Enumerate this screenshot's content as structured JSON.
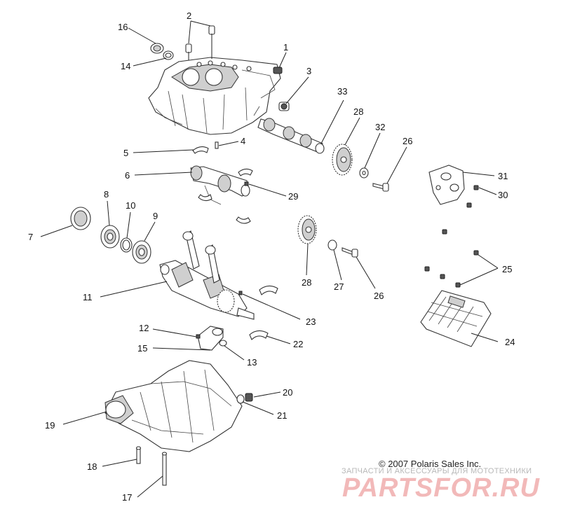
{
  "callouts": [
    {
      "id": "1",
      "label": "1"
    },
    {
      "id": "2",
      "label": "2"
    },
    {
      "id": "3",
      "label": "3"
    },
    {
      "id": "4",
      "label": "4"
    },
    {
      "id": "5",
      "label": "5"
    },
    {
      "id": "6",
      "label": "6"
    },
    {
      "id": "7",
      "label": "7"
    },
    {
      "id": "8",
      "label": "8"
    },
    {
      "id": "9",
      "label": "9"
    },
    {
      "id": "10",
      "label": "10"
    },
    {
      "id": "11",
      "label": "11"
    },
    {
      "id": "12",
      "label": "12"
    },
    {
      "id": "13",
      "label": "13"
    },
    {
      "id": "14",
      "label": "14"
    },
    {
      "id": "15",
      "label": "15"
    },
    {
      "id": "16",
      "label": "16"
    },
    {
      "id": "17",
      "label": "17"
    },
    {
      "id": "18",
      "label": "18"
    },
    {
      "id": "19",
      "label": "19"
    },
    {
      "id": "20",
      "label": "20"
    },
    {
      "id": "21",
      "label": "21"
    },
    {
      "id": "22",
      "label": "22"
    },
    {
      "id": "23",
      "label": "23"
    },
    {
      "id": "24",
      "label": "24"
    },
    {
      "id": "25",
      "label": "25"
    },
    {
      "id": "26a",
      "label": "26"
    },
    {
      "id": "26b",
      "label": "26"
    },
    {
      "id": "27",
      "label": "27"
    },
    {
      "id": "28a",
      "label": "28"
    },
    {
      "id": "28b",
      "label": "28"
    },
    {
      "id": "29",
      "label": "29"
    },
    {
      "id": "30",
      "label": "30"
    },
    {
      "id": "31",
      "label": "31"
    },
    {
      "id": "32",
      "label": "32"
    },
    {
      "id": "33",
      "label": "33"
    }
  ],
  "copyright": "© 2007 Polaris Sales Inc.",
  "watermark": {
    "subtitle": "ЗАПЧАСТИ И АКСЕССУАРЫ ДЛЯ МОТОТЕХНИКИ",
    "brand": "PARTSFOR.RU"
  },
  "colors": {
    "line": "#222222",
    "watermark": "#f2b9b9"
  }
}
